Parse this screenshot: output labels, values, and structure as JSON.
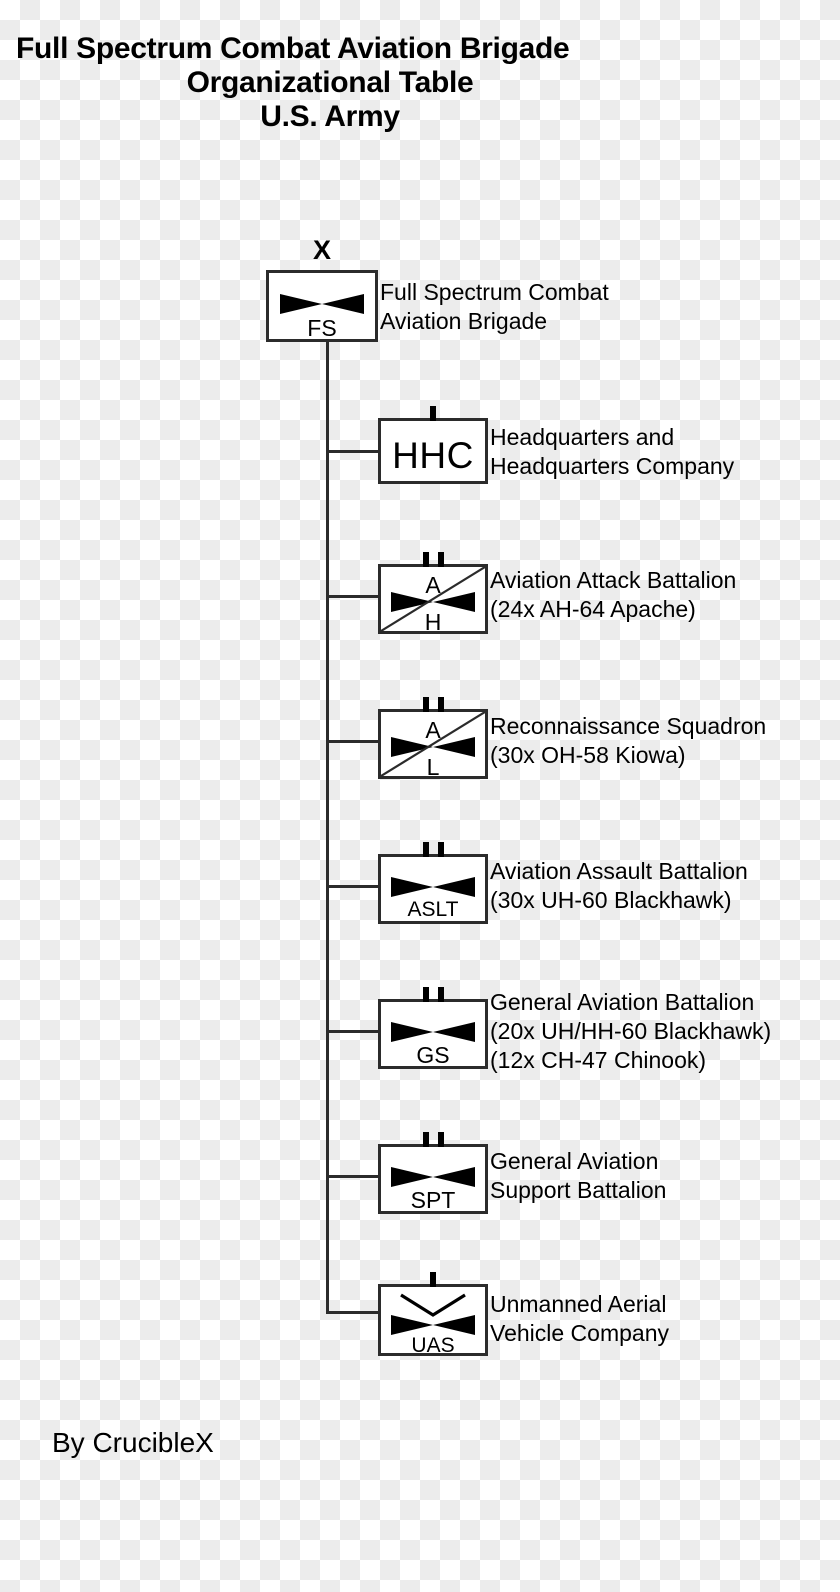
{
  "title": {
    "line1": "Full Spectrum Combat Aviation Brigade",
    "line2": "Organizational Table",
    "line3": "U.S. Army"
  },
  "footer": {
    "credit": "By CrucibleX"
  },
  "colors": {
    "line": "#2b2b2b",
    "fill": "#ffffff",
    "text": "#000000",
    "checker": "#ececec"
  },
  "chart_data": {
    "type": "diagram",
    "diagram_kind": "military-organizational-chart",
    "root": {
      "symbol_text": "FS",
      "echelon": "X",
      "echelon_name": "brigade",
      "branch_symbol": "rotary-wing-aviation",
      "label_lines": [
        "Full Spectrum Combat",
        "Aviation Brigade"
      ]
    },
    "children": [
      {
        "symbol_text": "HHC",
        "echelon_ticks": 1,
        "echelon_name": "company",
        "branch_symbol": "none",
        "label_lines": [
          "Headquarters and",
          "Headquarters Company"
        ]
      },
      {
        "symbol_text_top": "A",
        "symbol_text_bottom": "H",
        "echelon_ticks": 2,
        "echelon_name": "battalion",
        "branch_symbol": "rotary-wing-aviation",
        "slash": true,
        "label_lines": [
          "Aviation Attack Battalion",
          "(24x AH-64 Apache)"
        ]
      },
      {
        "symbol_text_top": "A",
        "symbol_text_bottom": "L",
        "echelon_ticks": 2,
        "echelon_name": "battalion",
        "branch_symbol": "rotary-wing-aviation",
        "slash": true,
        "label_lines": [
          "Reconnaissance Squadron",
          "(30x OH-58 Kiowa)"
        ]
      },
      {
        "symbol_text": "ASLT",
        "echelon_ticks": 2,
        "echelon_name": "battalion",
        "branch_symbol": "rotary-wing-aviation",
        "slash": false,
        "label_lines": [
          "Aviation Assault Battalion",
          "(30x UH-60 Blackhawk)"
        ]
      },
      {
        "symbol_text": "GS",
        "echelon_ticks": 2,
        "echelon_name": "battalion",
        "branch_symbol": "rotary-wing-aviation",
        "slash": false,
        "label_lines": [
          "General Aviation Battalion",
          "(20x UH/HH-60 Blackhawk)",
          "(12x CH-47 Chinook)"
        ]
      },
      {
        "symbol_text": "SPT",
        "echelon_ticks": 2,
        "echelon_name": "battalion",
        "branch_symbol": "rotary-wing-aviation",
        "slash": false,
        "label_lines": [
          "General Aviation",
          "Support Battalion"
        ]
      },
      {
        "symbol_text": "UAS",
        "echelon_ticks": 1,
        "echelon_name": "company",
        "branch_symbol": "unmanned-rotary-wing-aviation",
        "slash": false,
        "label_lines": [
          "Unmanned Aerial",
          "Vehicle Company"
        ]
      }
    ]
  }
}
